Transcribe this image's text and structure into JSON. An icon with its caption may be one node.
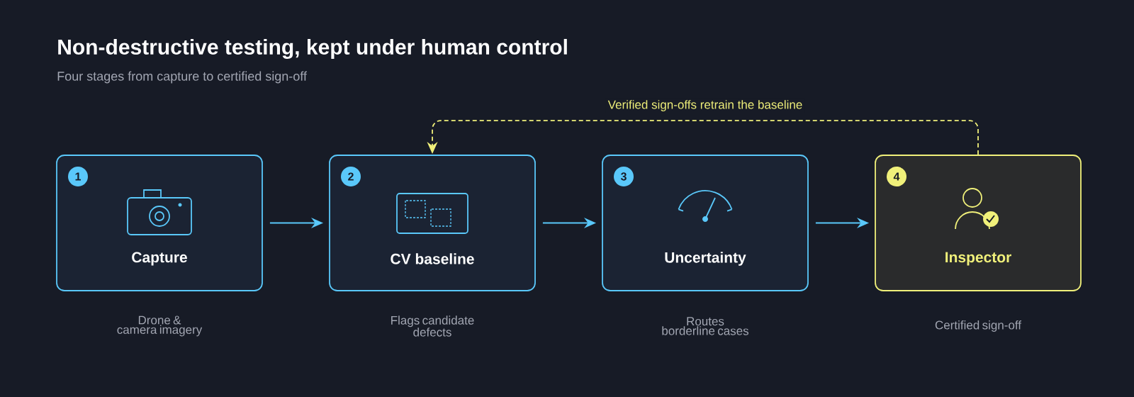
{
  "diagram": {
    "title": "Non-destructive testing, kept under human control",
    "nodes": [
      {
        "text": [
          "1",
          "Capture"
        ],
        "beside": [
          "Drone & camera imagery"
        ]
      },
      {
        "text": [
          "2",
          "CV baseline"
        ],
        "beside": [
          "Flags candidate defects"
        ]
      },
      {
        "text": [
          "3",
          "Uncertainty"
        ],
        "beside": [
          "Routes borderline cases"
        ]
      },
      {
        "text": [
          "4",
          "Inspector"
        ],
        "beside": [
          "Certified sign-off"
        ]
      }
    ],
    "edges": [
      {
        "from": 0,
        "to": 1,
        "arrow": "to"
      },
      {
        "from": 1,
        "to": 2,
        "arrow": "to"
      },
      {
        "from": 2,
        "to": 3,
        "arrow": "to"
      },
      {
        "from": 3,
        "to": 1,
        "arrow": "to",
        "label": "Verified sign-offs retrain the baseline",
        "style": "dashed",
        "color": "#f0f07a"
      }
    ],
    "labels": [
      "Four stages from capture to certified sign-off"
    ]
  }
}
